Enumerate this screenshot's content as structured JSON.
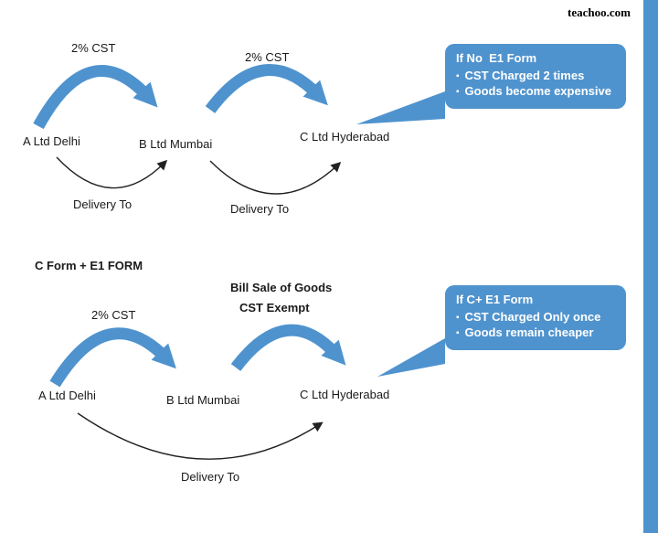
{
  "page": {
    "watermark": "teachoo.com"
  },
  "colors": {
    "arrow_blue": "#4f93ce",
    "callout_blue": "#4f93ce",
    "thin_arrow": "#222222",
    "text_black": "#1a1a1a"
  },
  "icons": {
    "bullet": "▪"
  },
  "top": {
    "cst_label_1": "2% CST",
    "cst_label_2": "2% CST",
    "node_a": "A Ltd Delhi",
    "node_b": "B Ltd Mumbai",
    "node_c": "C Ltd Hyderabad",
    "delivery_1": "Delivery To",
    "delivery_2": "Delivery To",
    "callout": {
      "title": "If No  E1 Form",
      "bullets": [
        "CST Charged 2 times",
        "Goods become expensive"
      ]
    }
  },
  "bottom": {
    "heading": "C Form + E1 FORM",
    "cst_label_1": "2% CST",
    "bill_line_1": "Bill  Sale of Goods",
    "bill_line_2": "CST Exempt",
    "node_a": "A Ltd Delhi",
    "node_b": "B Ltd Mumbai",
    "node_c": "C Ltd Hyderabad",
    "delivery": "Delivery To",
    "callout": {
      "title": "If C+ E1 Form",
      "bullets": [
        "CST Charged Only once",
        "Goods remain cheaper"
      ]
    }
  }
}
